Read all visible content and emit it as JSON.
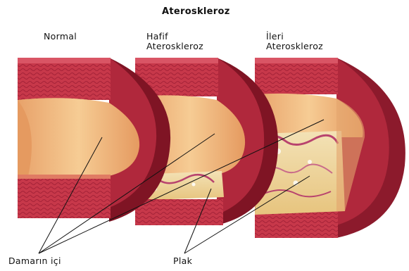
{
  "diagram": {
    "title": "Ateroskleroz",
    "stages": [
      {
        "label_line1": "Normal",
        "label_line2": ""
      },
      {
        "label_line1": "Hafif",
        "label_line2": "Ateroskleroz"
      },
      {
        "label_line1": "İleri",
        "label_line2": "Ateroskleroz"
      }
    ],
    "callouts": {
      "lumen": "Damarın içi",
      "plaque": "Plak"
    }
  },
  "colors": {
    "outer_wall": "#c7384a",
    "wall_dark": "#7f1424",
    "inner_wall": "#e89a5d",
    "lumen": "#f4c388",
    "plaque": "#efd79b"
  }
}
